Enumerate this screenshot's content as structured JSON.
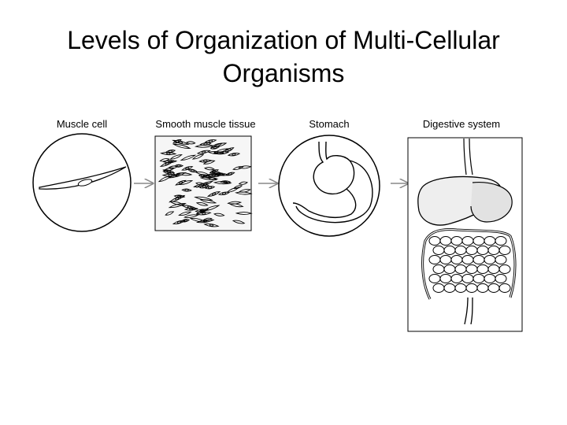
{
  "slide": {
    "title": "Levels of Organization of Multi-Cellular Organisms"
  },
  "levels": [
    {
      "label": "Muscle cell",
      "icon": "muscle-cell-illustration"
    },
    {
      "label": "Smooth muscle tissue",
      "icon": "smooth-muscle-tissue-illustration"
    },
    {
      "label": "Stomach",
      "icon": "stomach-illustration"
    },
    {
      "label": "Digestive system",
      "icon": "digestive-system-illustration"
    }
  ]
}
